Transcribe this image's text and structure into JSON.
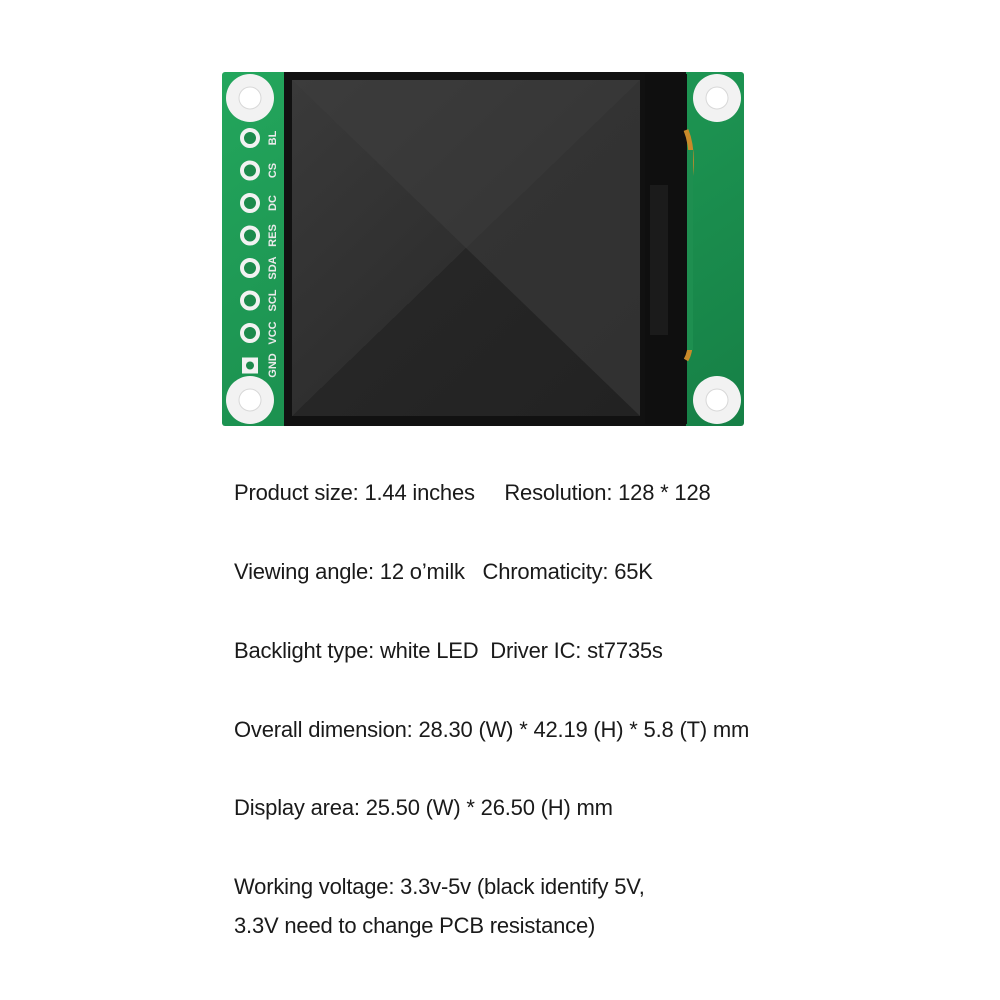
{
  "module": {
    "pin_labels": [
      "BL",
      "CS",
      "DC",
      "RES",
      "SDA",
      "SCL",
      "VCC",
      "GND"
    ],
    "colors": {
      "pcb": "#1f9a55",
      "pcb_dark": "#16803f",
      "screen": "#2b2b2b",
      "bezel": "#121212",
      "pad": "#f2f2f2"
    }
  },
  "specs": [
    "Product size: 1.44 inches     Resolution: 128 * 128",
    "Viewing angle: 12 o’milk   Chromaticity: 65K",
    "Backlight type: white LED  Driver IC: st7735s",
    "Overall dimension: 28.30 (W) * 42.19 (H) * 5.8 (T) mm",
    "Display area: 25.50 (W) * 26.50 (H) mm",
    "Working voltage: 3.3v-5v (black identify 5V,",
    "3.3V need to change PCB resistance)"
  ]
}
